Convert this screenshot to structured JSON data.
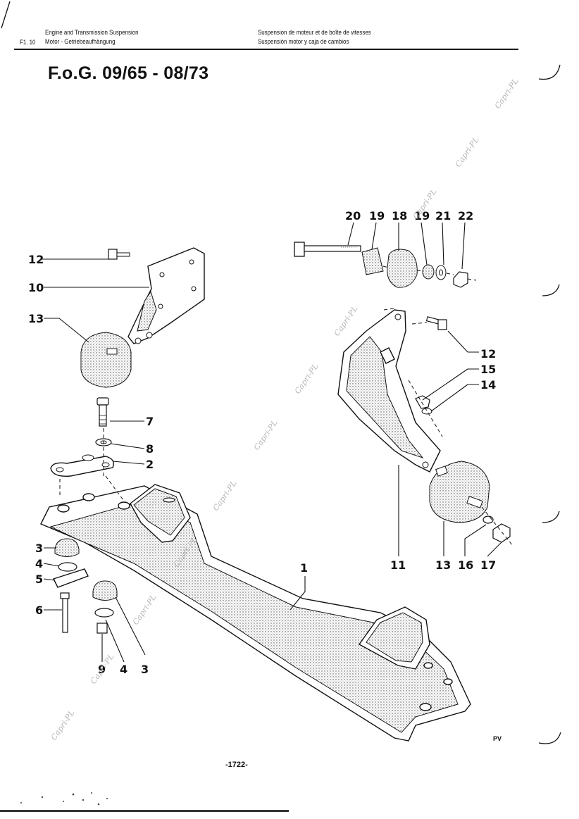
{
  "header": {
    "section_code": "F1. 10",
    "left_line1": "Engine and Transmission Suspension",
    "left_line2": "Motor - Getriebeaufhängung",
    "right_line1": "Suspension de moteur et de boîte de vitesses",
    "right_line2": "Suspensión motor y caja de cambios"
  },
  "title": "F.o.G. 09/65 - 08/73",
  "page_number": "-1722-",
  "corner_mark": "PV",
  "watermark": "Capri-PL",
  "callouts": {
    "c20": "20",
    "c19a": "19",
    "c18": "18",
    "c19b": "19",
    "c21": "21",
    "c22": "22",
    "c12l": "12",
    "c10": "10",
    "c13l": "13",
    "c12r": "12",
    "c15": "15",
    "c14": "14",
    "c7": "7",
    "c8": "8",
    "c2": "2",
    "c3a": "3",
    "c4a": "4",
    "c5": "5",
    "c6": "6",
    "c9": "9",
    "c4b": "4",
    "c3b": "3",
    "c1": "1",
    "c11": "11",
    "c13r": "13",
    "c16": "16",
    "c17": "17"
  }
}
